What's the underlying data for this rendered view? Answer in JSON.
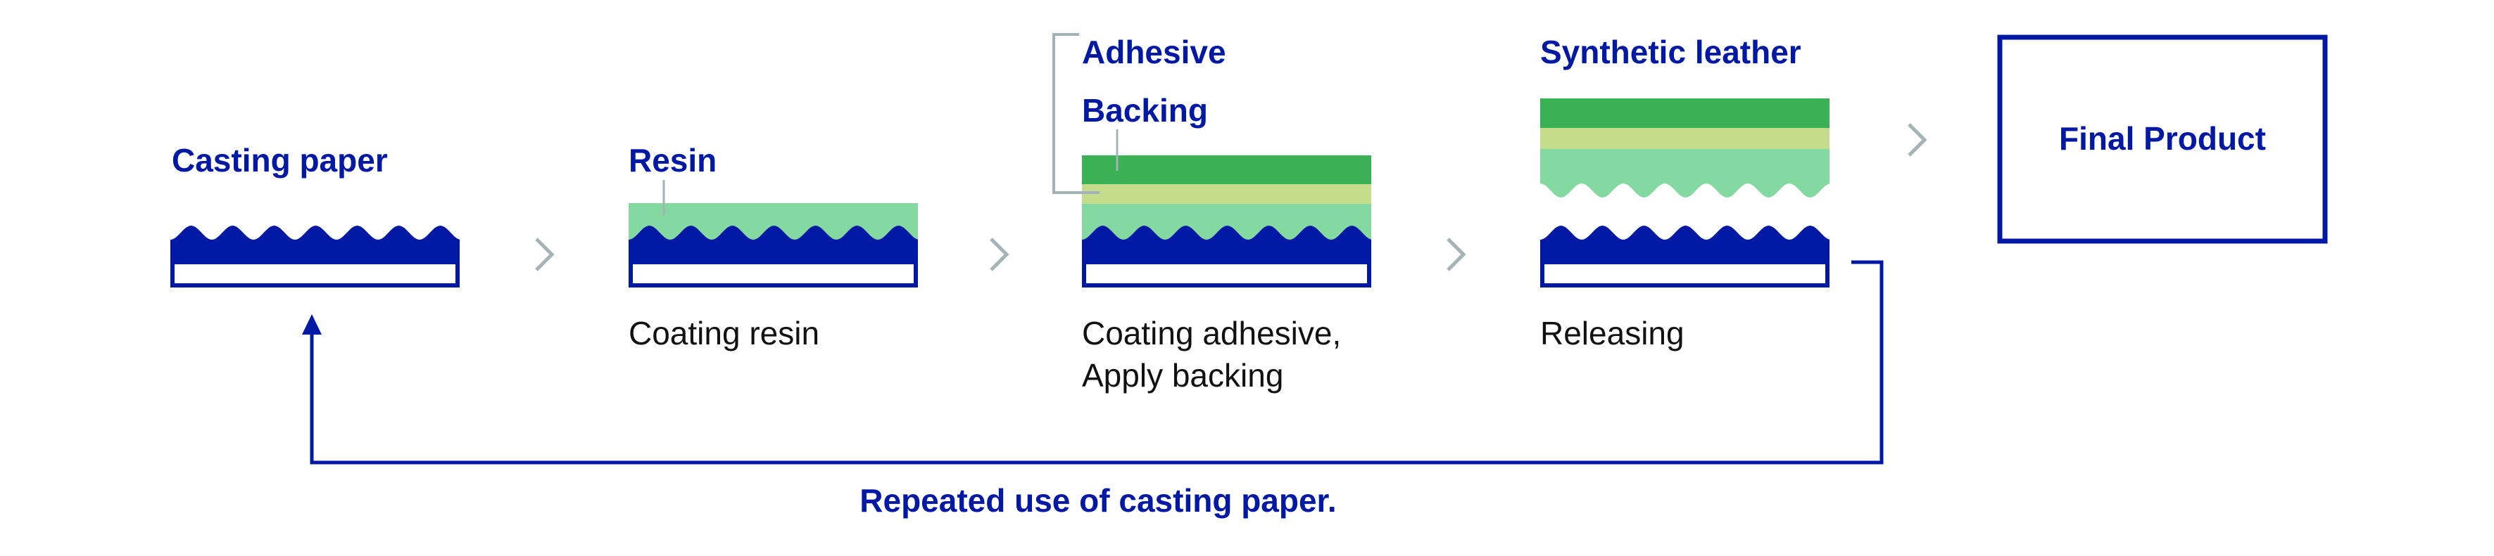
{
  "steps": [
    {
      "title": "Casting paper",
      "caption": ""
    },
    {
      "title": "Resin",
      "caption": "Coating resin"
    },
    {
      "title_1": "Adhesive",
      "title_2": "Backing",
      "caption_1": "Coating adhesive,",
      "caption_2": "Apply backing"
    },
    {
      "title": "Synthetic leather",
      "caption": "Releasing"
    }
  ],
  "final_product": "Final Product",
  "loop_label": "Repeated use of casting paper.",
  "colors": {
    "navy": "#0019a5",
    "green": "#3cb054",
    "backing_yellow": "#c4dd8c",
    "resin_green": "#84d9a0",
    "gray": "#a3b3b6"
  }
}
